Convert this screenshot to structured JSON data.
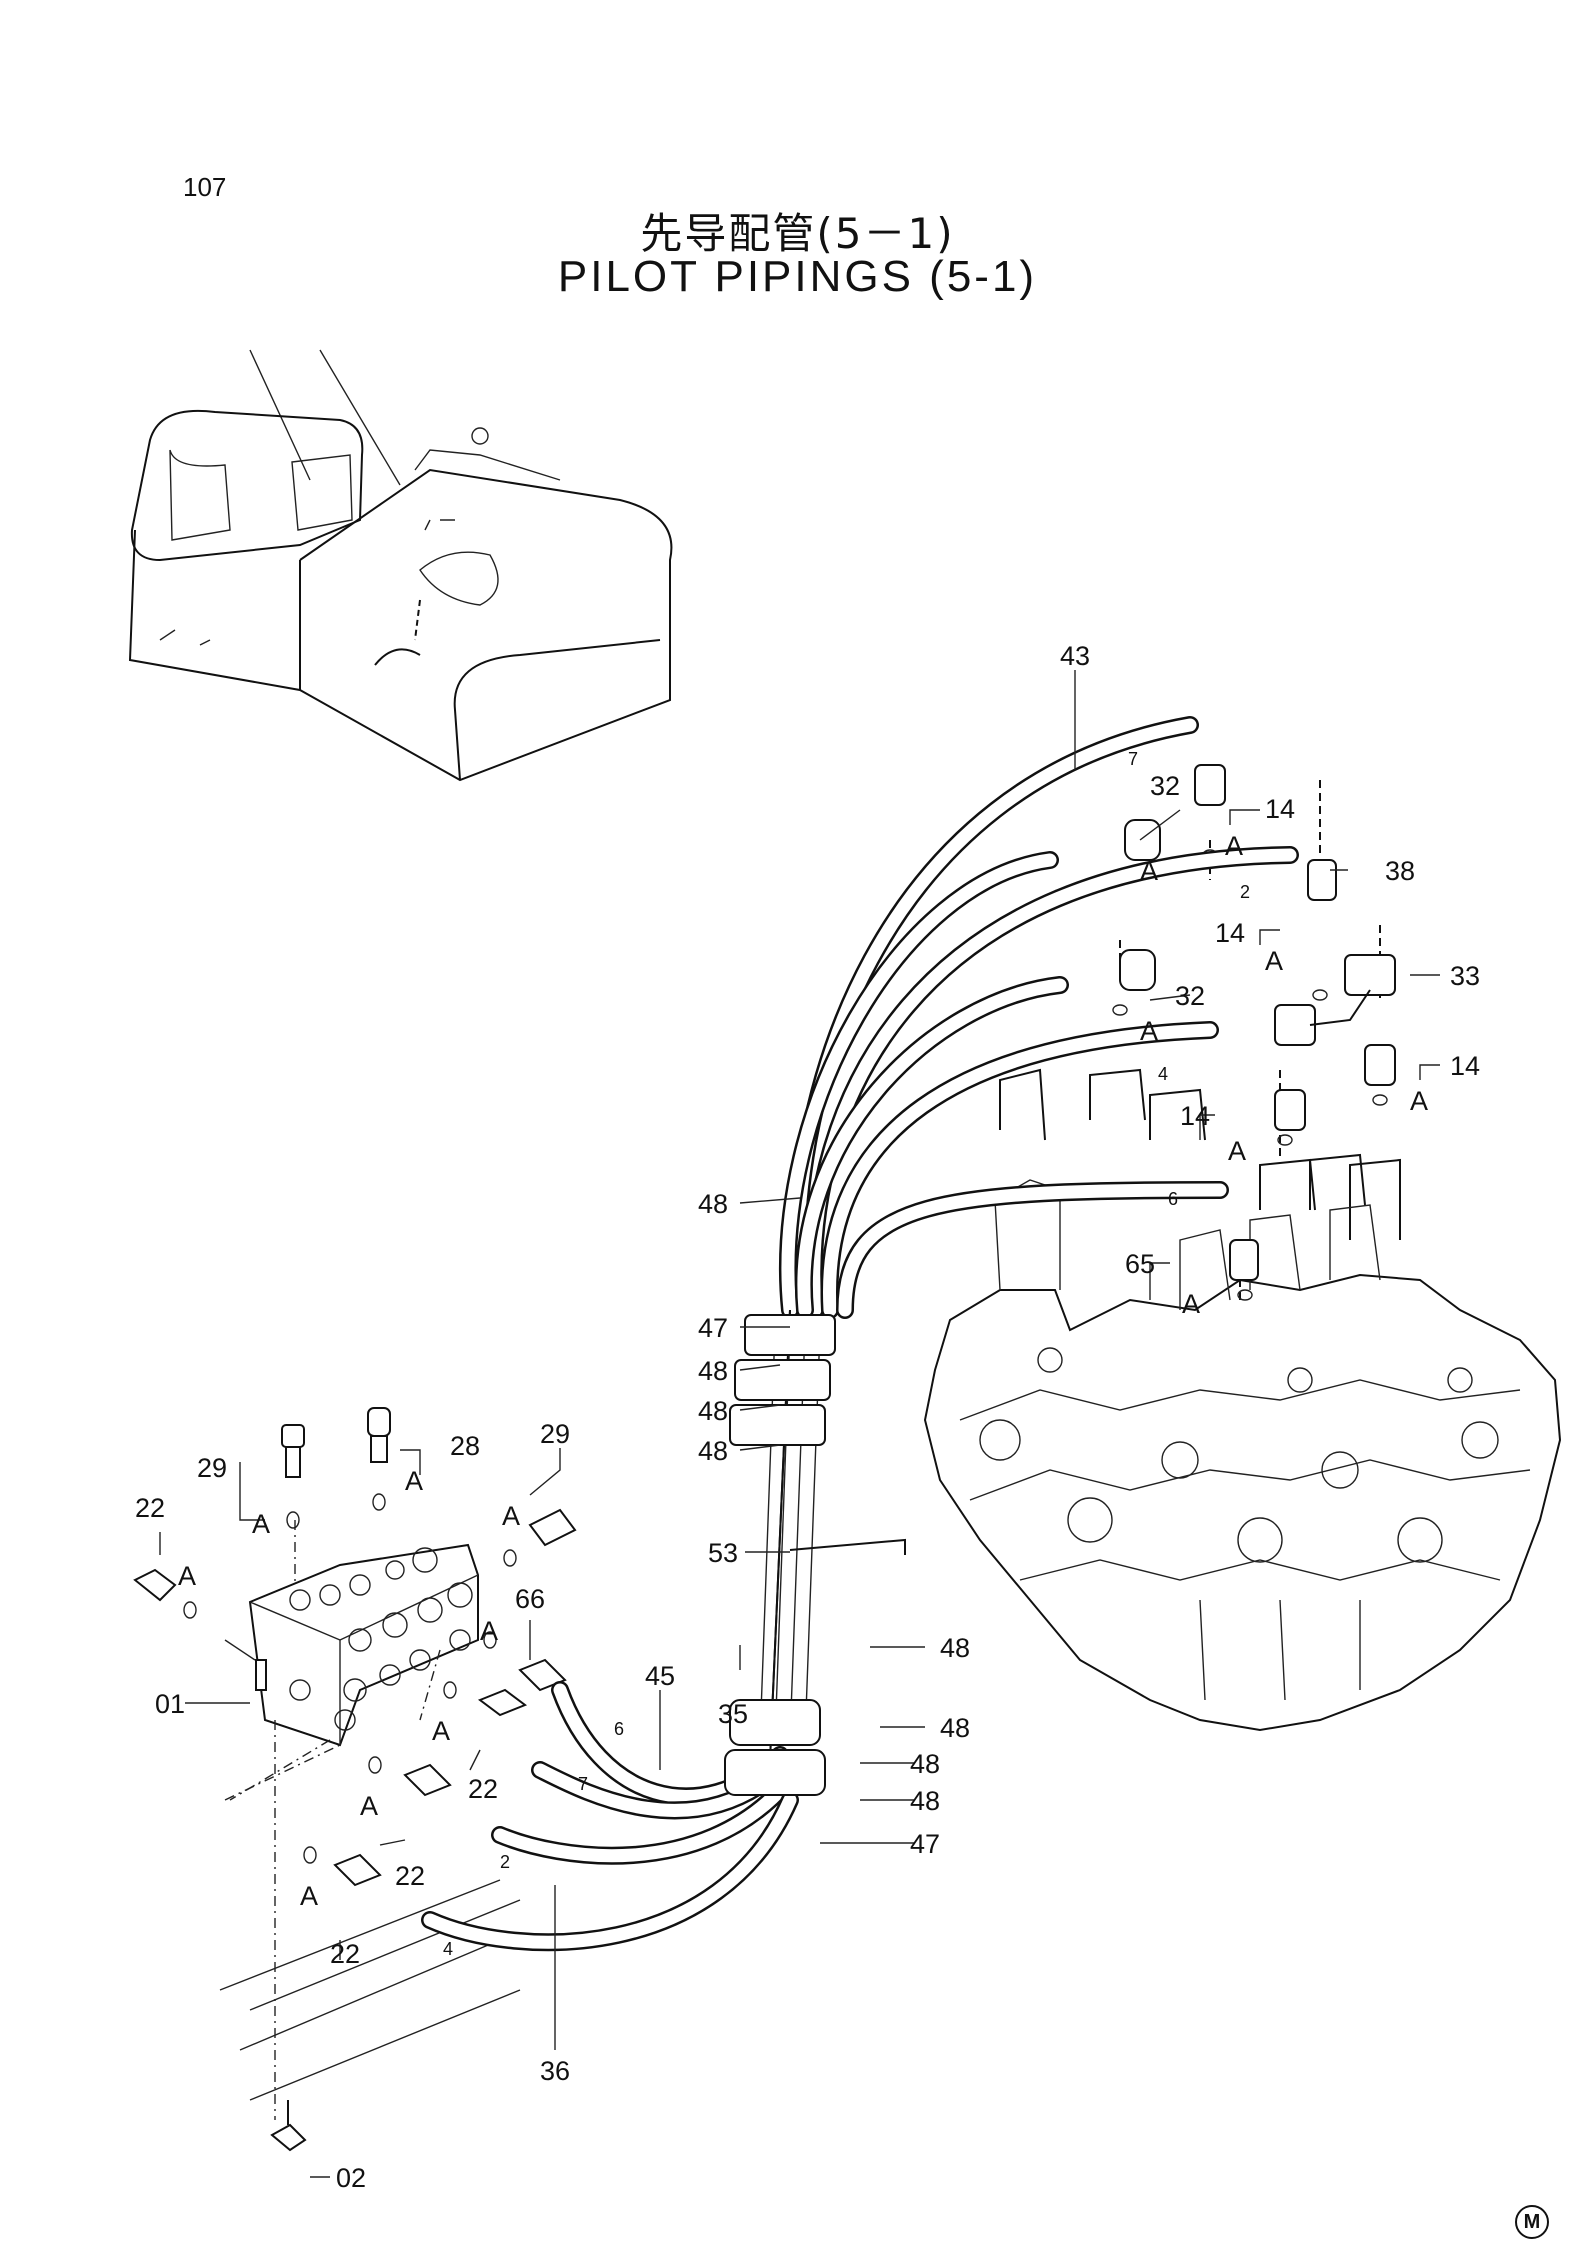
{
  "header": {
    "page_number": "107",
    "title_jp": "先导配管(5－1)",
    "title_en": "PILOT PIPINGS (5-1)"
  },
  "callouts": {
    "c43": "43",
    "c32a": "32",
    "c14a": "14",
    "cA1": "A",
    "cA2": "A",
    "c38": "38",
    "c14b": "14",
    "cA3": "A",
    "c33": "33",
    "c32b": "32",
    "cA4": "A",
    "c14c": "14",
    "cA5": "A",
    "c14d": "14",
    "cA6": "A",
    "c48a": "48",
    "c65": "65",
    "cA7": "A",
    "c47a": "47",
    "c48b": "48",
    "c48c": "48",
    "c48d": "48",
    "c28": "28",
    "cA8": "A",
    "c29a": "29",
    "cA9": "A",
    "c29b": "29",
    "cA10": "A",
    "c22a": "22",
    "cA11": "A",
    "c66": "66",
    "cA12": "A",
    "c53": "53",
    "c01": "01",
    "c45": "45",
    "c48e": "48",
    "c35": "35",
    "c48f": "48",
    "c48g": "48",
    "c48h": "48",
    "c47b": "47",
    "c22b": "22",
    "cA13": "A",
    "c22c": "22",
    "cA14": "A",
    "c22d": "22",
    "cA15": "A",
    "c36": "36",
    "c02": "02"
  },
  "hose_numbers": {
    "h7a": "7",
    "h2a": "2",
    "h4a": "4",
    "h6a": "6",
    "h6b": "6",
    "h7b": "7",
    "h2b": "2",
    "h4b": "4"
  },
  "footer": {
    "mark": "M"
  }
}
